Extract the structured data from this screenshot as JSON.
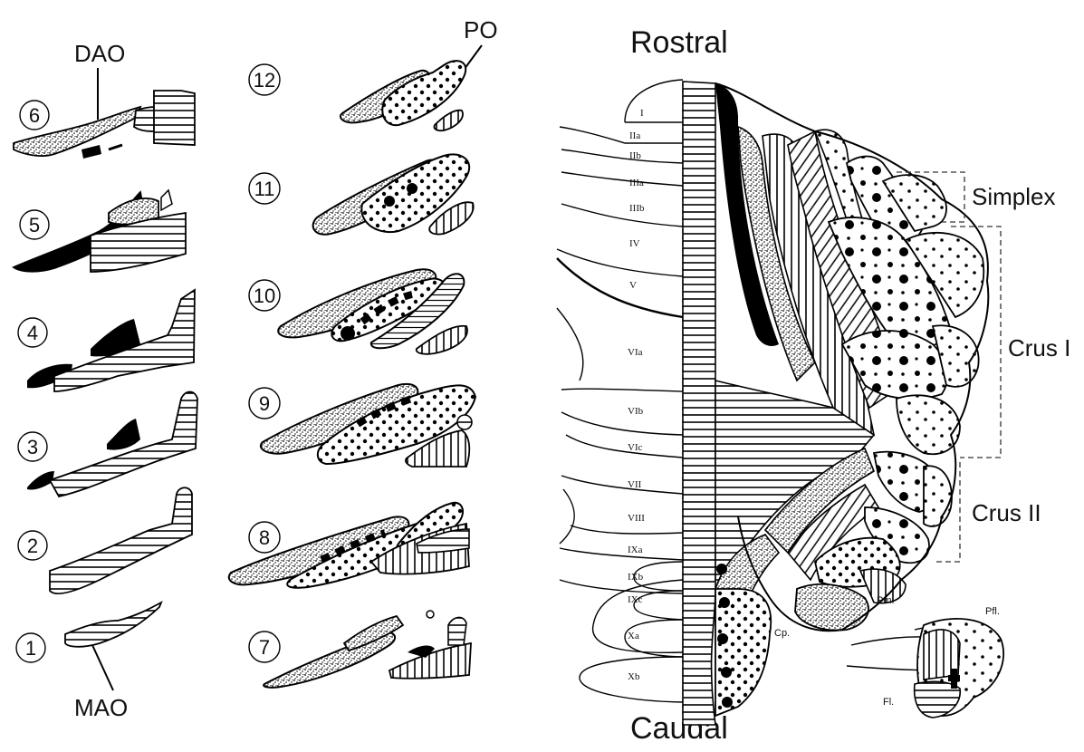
{
  "labels": {
    "dao": "DAO",
    "mao": "MAO",
    "po": "PO",
    "rostral": "Rostral",
    "caudal": "Caudal",
    "simplex": "Simplex",
    "crus1": "Crus I",
    "crus2": "Crus II",
    "pm": "Pm.",
    "pfl": "Pfl.",
    "fl": "Fl.",
    "cp": "Cp."
  },
  "sections_left": [
    "6",
    "5",
    "4",
    "3",
    "2",
    "1"
  ],
  "sections_mid": [
    "12",
    "11",
    "10",
    "9",
    "8",
    "7"
  ],
  "lobules": [
    "I",
    "IIa",
    "IIb",
    "IIIa",
    "IIIb",
    "IV",
    "V",
    "VIa",
    "VIb",
    "VIc",
    "VII",
    "VIII",
    "IXa",
    "IXb",
    "IXc",
    "Xa",
    "Xb"
  ],
  "colors": {
    "ink": "#000000",
    "background": "#ffffff"
  }
}
